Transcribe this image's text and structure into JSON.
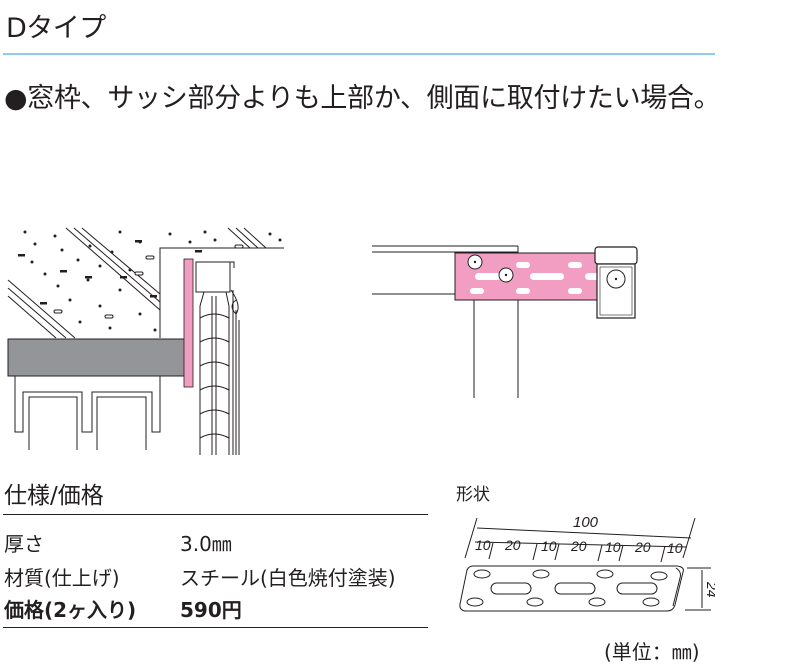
{
  "header": {
    "title": "Dタイプ",
    "lead": "●窓枠、サッシ部分よりも上部か、側面に取付けたい場合。"
  },
  "colors": {
    "accent_rule": "#8dcdea",
    "bracket_pink": "#f19ec2",
    "frame_gray": "#939598",
    "text": "#231f20"
  },
  "specs": {
    "title": "仕様/価格",
    "rows": [
      {
        "label": "厚さ",
        "value": "3.0㎜",
        "bold": false
      },
      {
        "label": "材質(仕上げ)",
        "value": "スチール(白色焼付塗装)",
        "bold": false
      },
      {
        "label": "価格(2ヶ入り)",
        "value": "590円",
        "bold": true
      }
    ]
  },
  "shape": {
    "title": "形状",
    "dimensions": {
      "total_length": "100",
      "segments": [
        "10",
        "20",
        "10",
        "20",
        "10",
        "20",
        "10"
      ],
      "height": "24"
    },
    "unit_note": "(単位：㎜)"
  }
}
